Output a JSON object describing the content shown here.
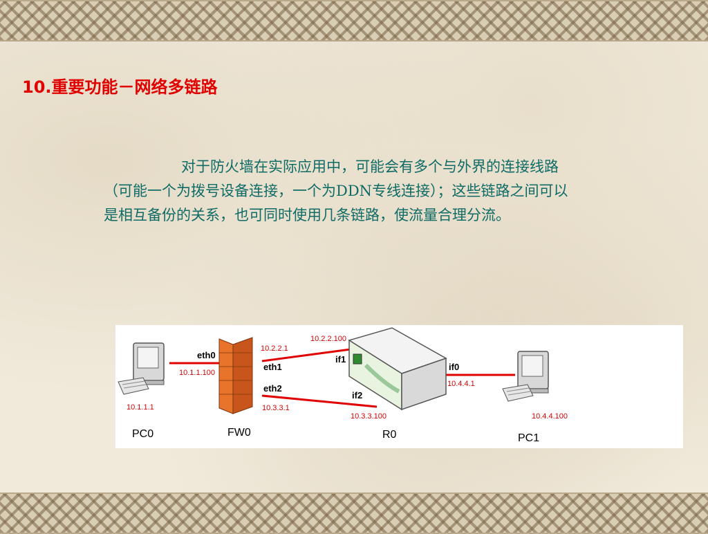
{
  "slide": {
    "title": "10.重要功能－网络多链路",
    "body": "对于防火墙在实际应用中，可能会有多个与外界的连接线路（可能一个为拨号设备连接，一个为DDN专线连接）；这些链路之间可以是相互备份的关系，也可同时使用几条链路，使流量合理分流。"
  },
  "diagram": {
    "devices": {
      "pc0": "PC0",
      "fw0": "FW0",
      "r0": "R0",
      "pc1": "PC1"
    },
    "interfaces": {
      "eth0": "eth0",
      "eth1": "eth1",
      "eth2": "eth2",
      "if0": "if0",
      "if1": "if1",
      "if2": "if2"
    },
    "addresses": {
      "pc0_ip": "10.1.1.1",
      "eth0_ip": "10.1.1.100",
      "eth1_ip": "10.2.2.1",
      "eth2_ip": "10.3.3.1",
      "if1_ip": "10.2.2.100",
      "if2_ip": "10.3.3.100",
      "if0_ip": "10.4.4.1",
      "pc1_ip": "10.4.4.100"
    },
    "colors": {
      "link": "#e00000",
      "firewall": "#e8732a",
      "address": "#d40000"
    }
  }
}
